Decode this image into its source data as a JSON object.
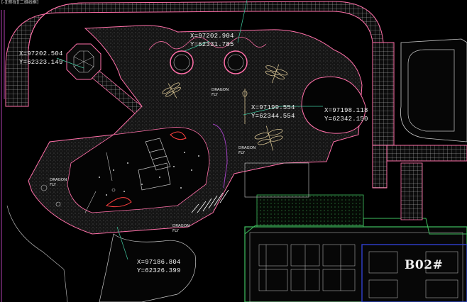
{
  "window": {
    "title_fragment": "[-][俯视][二维线框]"
  },
  "coordinates": [
    {
      "id": "c1",
      "x": "X=97202.904",
      "y": "Y=62331.785"
    },
    {
      "id": "c2",
      "x": "X=97202.504",
      "y": "Y=62323.149"
    },
    {
      "id": "c3",
      "x": "X=97199.554",
      "y": "Y=62344.554"
    },
    {
      "id": "c4",
      "x": "X=97198.118",
      "y": "Y=62342.150"
    },
    {
      "id": "c5",
      "x": "X=97186.804",
      "y": "Y=62326.399"
    }
  ],
  "labels": {
    "dragonfly_1": "DRAGON\nFLY",
    "dragonfly_2": "DRAGON\nFLY",
    "dragonfly_3": "DRAGON\nFLY",
    "dragonfly_4": "DRAGON\nFLY",
    "building": "B02#"
  },
  "colors": {
    "background": "#000000",
    "path_outline": "#ff6fa8",
    "plaza_fill": "#1b1b1b",
    "building_blue": "#3040d0",
    "grass_green": "#40c060",
    "leader_line": "#40c8a0",
    "wall_magenta": "#b040b0"
  }
}
